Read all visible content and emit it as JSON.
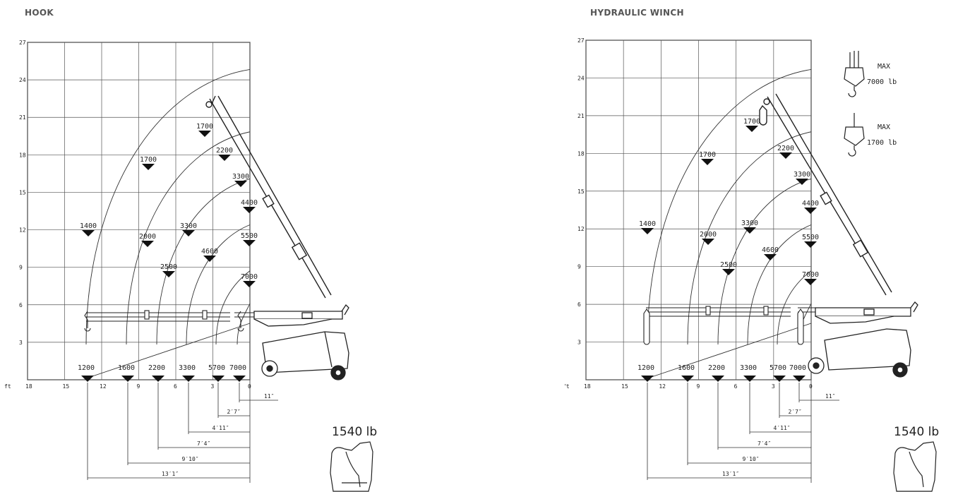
{
  "panels": [
    {
      "title": "HOOK",
      "unit": "ft",
      "x_ticks": [
        "18",
        "15",
        "12",
        "9",
        "6",
        "3",
        "0"
      ],
      "y_ticks": [
        "3",
        "6",
        "9",
        "12",
        "15",
        "18",
        "21",
        "24",
        "27"
      ],
      "loads": [
        "1700",
        "1700",
        "2200",
        "3300",
        "1400",
        "2000",
        "3300",
        "4400",
        "4600",
        "5500",
        "2500",
        "7000"
      ],
      "bottom_loads": [
        "1200",
        "1600",
        "2200",
        "3300",
        "5700",
        "7000"
      ],
      "dimensions": [
        "11″",
        "2′7″",
        "4′11″",
        "7′4″",
        "9′10″",
        "13′1″"
      ],
      "weight": "1540 lb"
    },
    {
      "title": "HYDRAULIC WINCH",
      "unit": "ft",
      "x_ticks": [
        "18",
        "15",
        "12",
        "9",
        "6",
        "3",
        "0"
      ],
      "y_ticks": [
        "3",
        "6",
        "9",
        "12",
        "15",
        "18",
        "21",
        "24",
        "27"
      ],
      "loads": [
        "1700",
        "1700",
        "2200",
        "3300",
        "1400",
        "2000",
        "3300",
        "4400",
        "4600",
        "5500",
        "2500",
        "7000"
      ],
      "bottom_loads": [
        "1200",
        "1600",
        "2200",
        "3300",
        "5700",
        "7000"
      ],
      "dimensions": [
        "11″",
        "2′7″",
        "4′11″",
        "7′4″",
        "9′10″",
        "13′1″"
      ],
      "weight": "1540 lb",
      "legend": [
        {
          "line1": "MAX",
          "line2": "7000 lb"
        },
        {
          "line1": "MAX",
          "line2": "1700 lb"
        }
      ]
    }
  ]
}
